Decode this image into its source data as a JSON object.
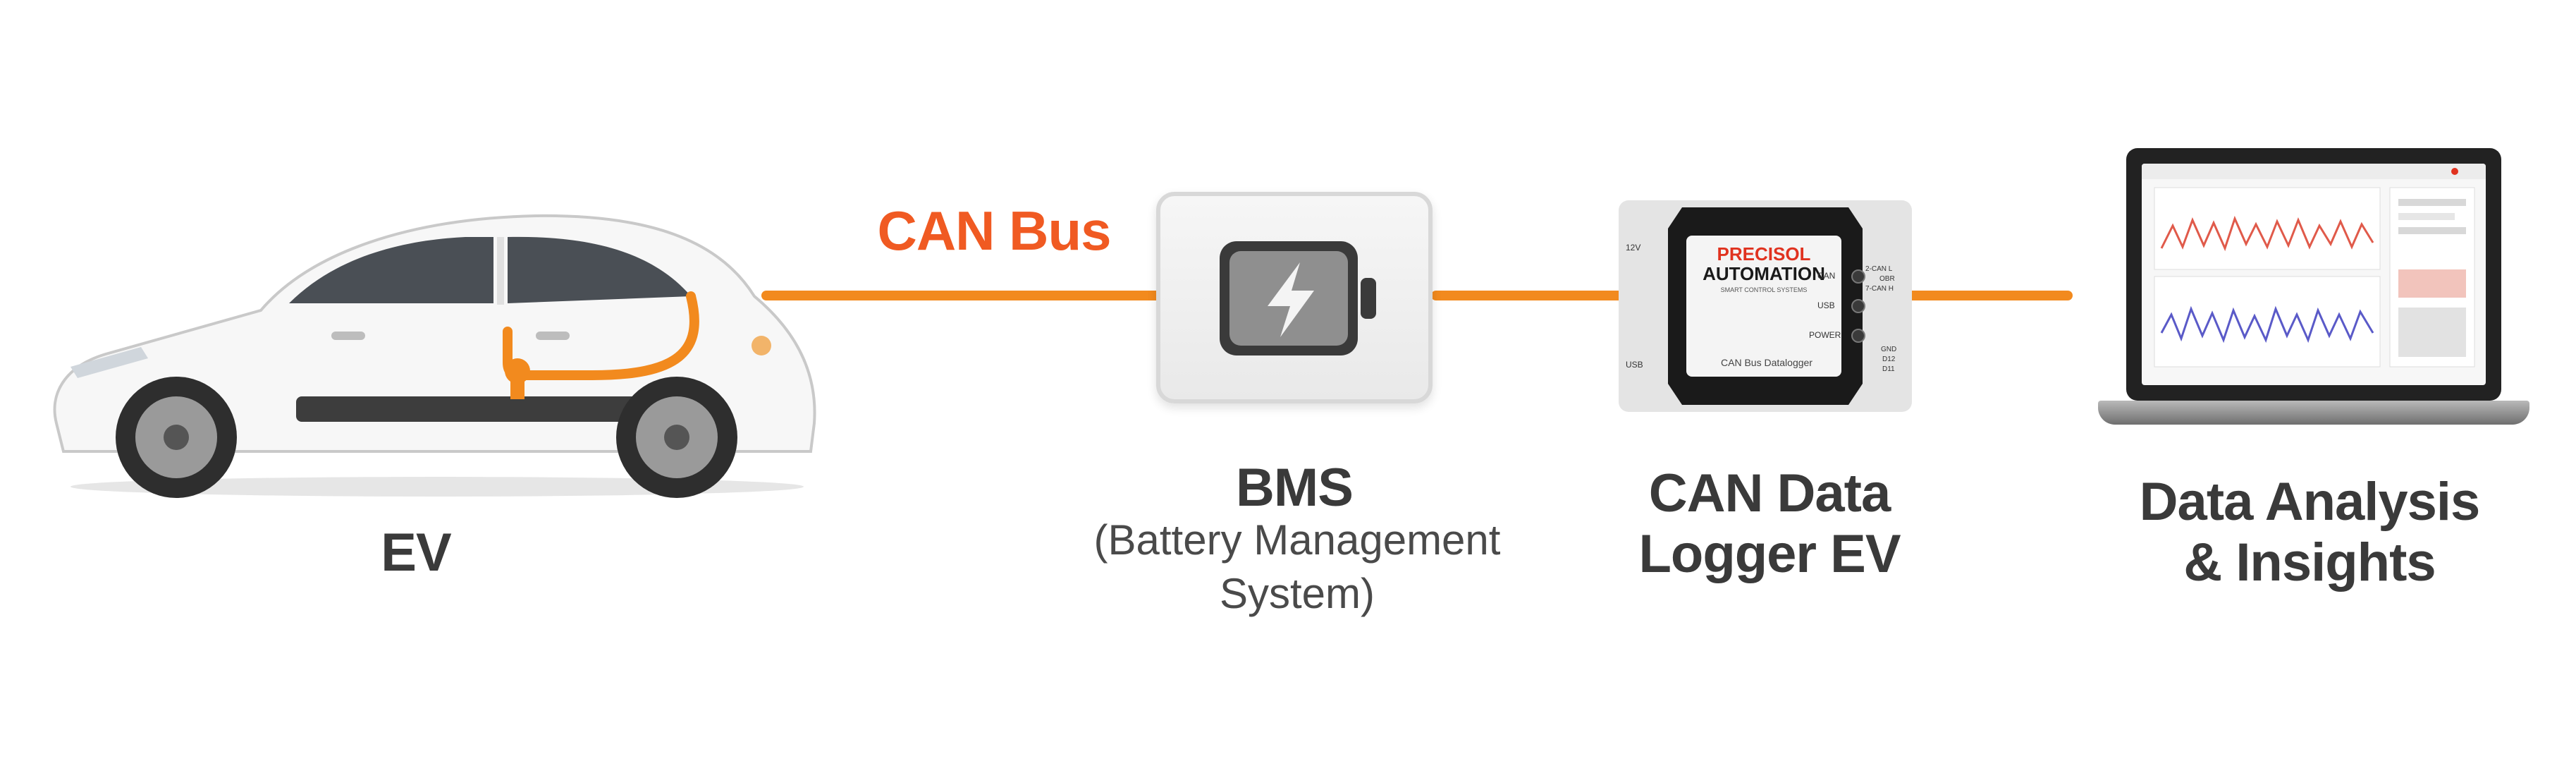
{
  "colors": {
    "bus": "#f28a1e",
    "bus_label": "#f05a22",
    "brand_red": "#e0321f",
    "brand_dark": "#1a1a1a",
    "chart_red": "#e05a4a",
    "chart_blue": "#5a5ac8"
  },
  "diagram": {
    "bus_label": "CAN Bus",
    "nodes": [
      {
        "id": "ev",
        "label": "EV",
        "icon": "car-icon"
      },
      {
        "id": "bms",
        "label": "BMS",
        "sublabel_line1": "(Battery Management",
        "sublabel_line2": "System)",
        "icon": "battery-charging-icon"
      },
      {
        "id": "logger",
        "label_line1": "CAN Data",
        "label_line2": "Logger EV",
        "icon": "datalogger-device-icon"
      },
      {
        "id": "analysis",
        "label_line1": "Data Analysis",
        "label_line2": "& Insights",
        "icon": "laptop-dashboard-icon"
      }
    ]
  },
  "logger_device": {
    "brand_line1": "PRECISOL",
    "brand_line2": "AUTOMATION",
    "tagline": "SMART CONTROL SYSTEMS",
    "model": "CAN Bus Datalogger",
    "left_ports": [
      "12V",
      "USB"
    ],
    "center_ports": [
      "CAN",
      "USB",
      "POWER"
    ],
    "right_ports": [
      "2-CAN L",
      "OBR",
      "7-CAN H",
      "GND",
      "D12",
      "D11"
    ]
  }
}
